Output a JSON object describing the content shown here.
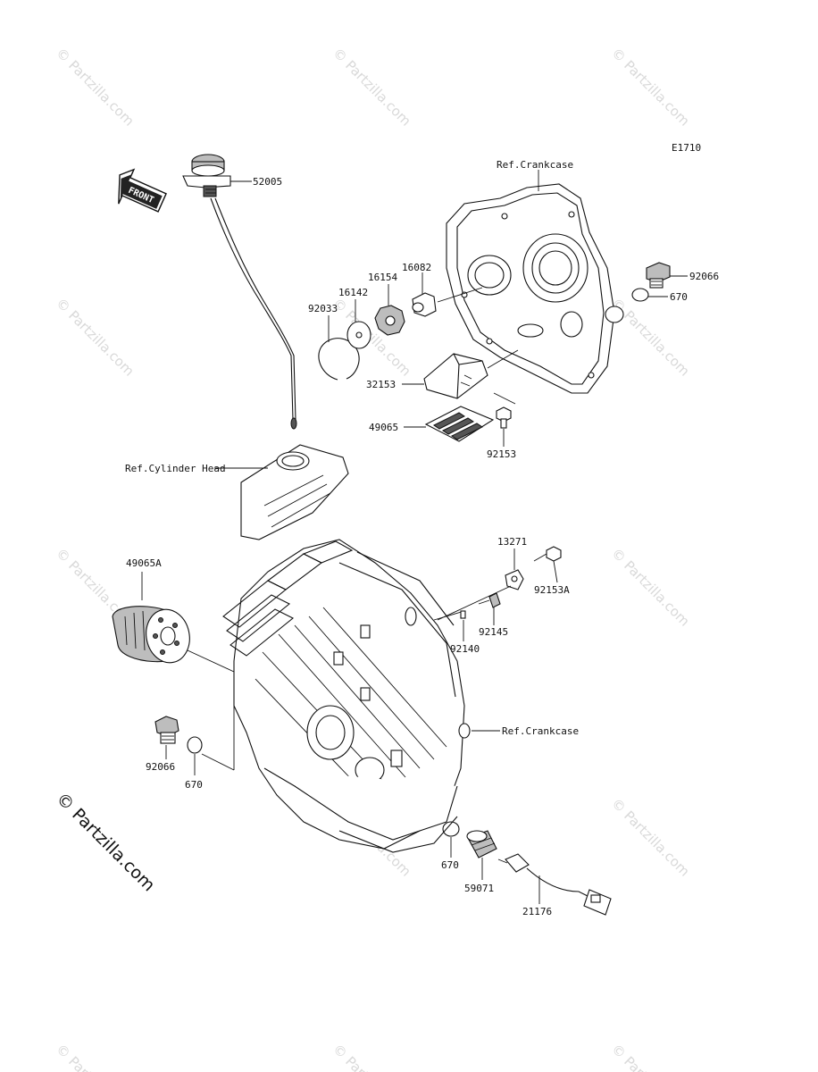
{
  "diagram_code": "E1710",
  "front_arrow_label": "FRONT",
  "references": {
    "crankcase_top": "Ref.Crankcase",
    "crankcase_right": "Ref.Crankcase",
    "cylinder_head": "Ref.Cylinder Head"
  },
  "parts": {
    "oil_level_gauge": "52005",
    "plug_top": "92066",
    "oring_top": "670",
    "circlip": "92033",
    "washer": "16142",
    "rotor": "16154",
    "pump_shaft": "16082",
    "strainer": "32153",
    "screen": "49065",
    "bolt_strainer": "92153",
    "oil_filter": "49065A",
    "plug_left": "92066",
    "oring_left": "670",
    "bracket": "13271",
    "bolt_bracket": "92153A",
    "jet": "92145",
    "pin": "92140",
    "oring_bottom": "670",
    "fitting": "59071",
    "switch": "21176"
  },
  "watermarks": {
    "text": "© Partzilla.com",
    "main": "© Partzilla.com"
  }
}
